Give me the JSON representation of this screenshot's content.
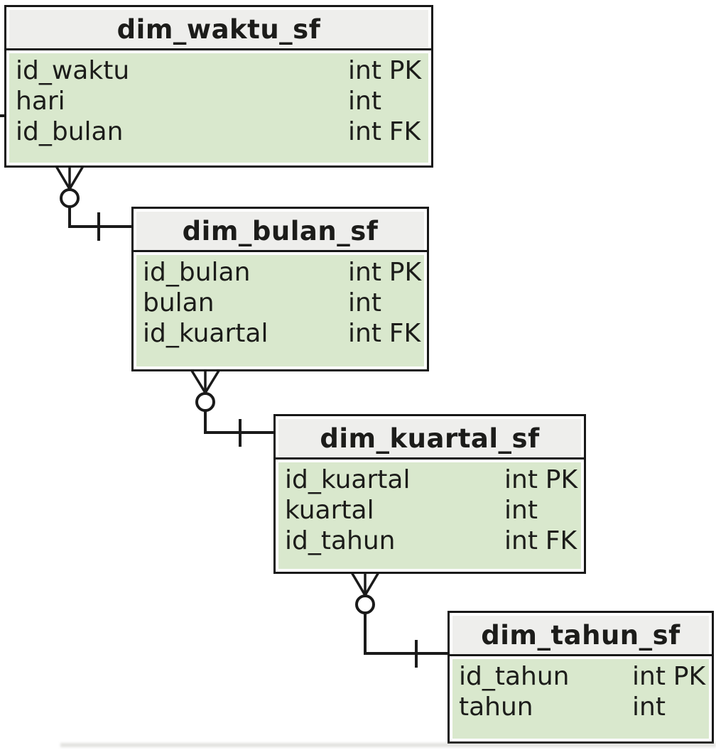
{
  "diagram_type": "entity-relationship (crow's foot notation)",
  "tables": [
    {
      "name": "dim_waktu_sf",
      "fields": [
        {
          "name": "id_waktu",
          "type": "int",
          "key": "PK"
        },
        {
          "name": "hari",
          "type": "int",
          "key": ""
        },
        {
          "name": "id_bulan",
          "type": "int",
          "key": "FK"
        }
      ]
    },
    {
      "name": "dim_bulan_sf",
      "fields": [
        {
          "name": "id_bulan",
          "type": "int",
          "key": "PK"
        },
        {
          "name": "bulan",
          "type": "int",
          "key": ""
        },
        {
          "name": "id_kuartal",
          "type": "int",
          "key": "FK"
        }
      ]
    },
    {
      "name": "dim_kuartal_sf",
      "fields": [
        {
          "name": "id_kuartal",
          "type": "int",
          "key": "PK"
        },
        {
          "name": "kuartal",
          "type": "int",
          "key": ""
        },
        {
          "name": "id_tahun",
          "type": "int",
          "key": "FK"
        }
      ]
    },
    {
      "name": "dim_tahun_sf",
      "fields": [
        {
          "name": "id_tahun",
          "type": "int",
          "key": "PK"
        },
        {
          "name": "tahun",
          "type": "int",
          "key": ""
        }
      ]
    }
  ],
  "relationships": [
    {
      "from": "dim_waktu_sf",
      "to": "dim_bulan_sf",
      "from_cardinality": "zero-or-many",
      "to_cardinality": "one"
    },
    {
      "from": "dim_bulan_sf",
      "to": "dim_kuartal_sf",
      "from_cardinality": "zero-or-many",
      "to_cardinality": "one"
    },
    {
      "from": "dim_kuartal_sf",
      "to": "dim_tahun_sf",
      "from_cardinality": "zero-or-many",
      "to_cardinality": "one"
    }
  ],
  "colors": {
    "header_bg": "#eeeeec",
    "body_bg": "#d9e8cd",
    "border": "#181818",
    "canvas_bg": "#ffffff"
  }
}
